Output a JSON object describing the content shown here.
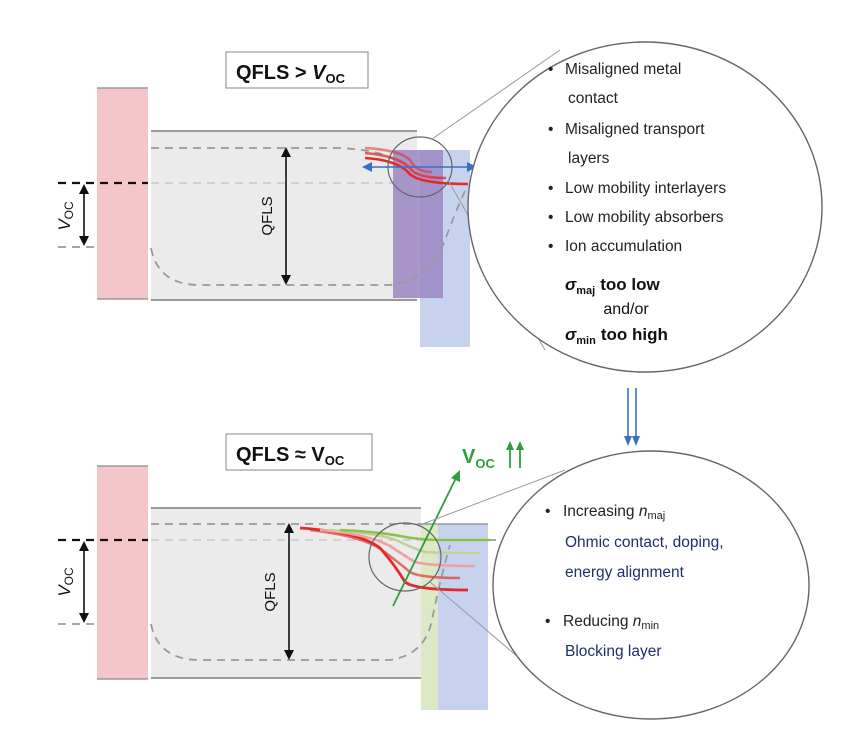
{
  "colors": {
    "electrode": "#f4c6c9",
    "absorber": "#e6e6e6",
    "transport_purple": "#9b86c2",
    "transport_blue": "#c7d3ee",
    "transport_green": "#dbe9c6",
    "band_red": "#e32a2a",
    "voc_green": "#2e9e3e",
    "arrow_blue": "#3a6fc4",
    "solution_text": "#1f2f6e"
  },
  "top_panel": {
    "header_main": "QFLS > ",
    "header_v": "V",
    "header_sub": "OC",
    "qfls_label": "QFLS",
    "voc_v": "V",
    "voc_sub": "OC"
  },
  "problems_bubble": {
    "items": [
      [
        "Misaligned metal",
        "contact"
      ],
      [
        "Misaligned transport",
        "layers"
      ],
      [
        "Low mobility interlayers"
      ],
      [
        "Low mobility absorbers"
      ],
      [
        "Ion accumulation"
      ]
    ],
    "sigma_maj": {
      "sym": "σ",
      "sub": "maj",
      "text": "too low"
    },
    "andor": "and/or",
    "sigma_min": {
      "sym": "σ",
      "sub": "min",
      "text": "too high"
    }
  },
  "bottom_panel": {
    "header_main": "QFLS ≈ V",
    "header_sub": "OC",
    "qfls_label": "QFLS",
    "voc_v": "V",
    "voc_sub": "OC",
    "voc_arrow_v": "V",
    "voc_arrow_sub": "OC"
  },
  "solutions_bubble": {
    "item1_prefix": "Increasing ",
    "item1_var": "n",
    "item1_sub": "maj",
    "item1_detail_1": "Ohmic contact, doping,",
    "item1_detail_2": "energy alignment",
    "item2_prefix": "Reducing ",
    "item2_var": "n",
    "item2_sub": "min",
    "item2_detail": "Blocking layer"
  }
}
